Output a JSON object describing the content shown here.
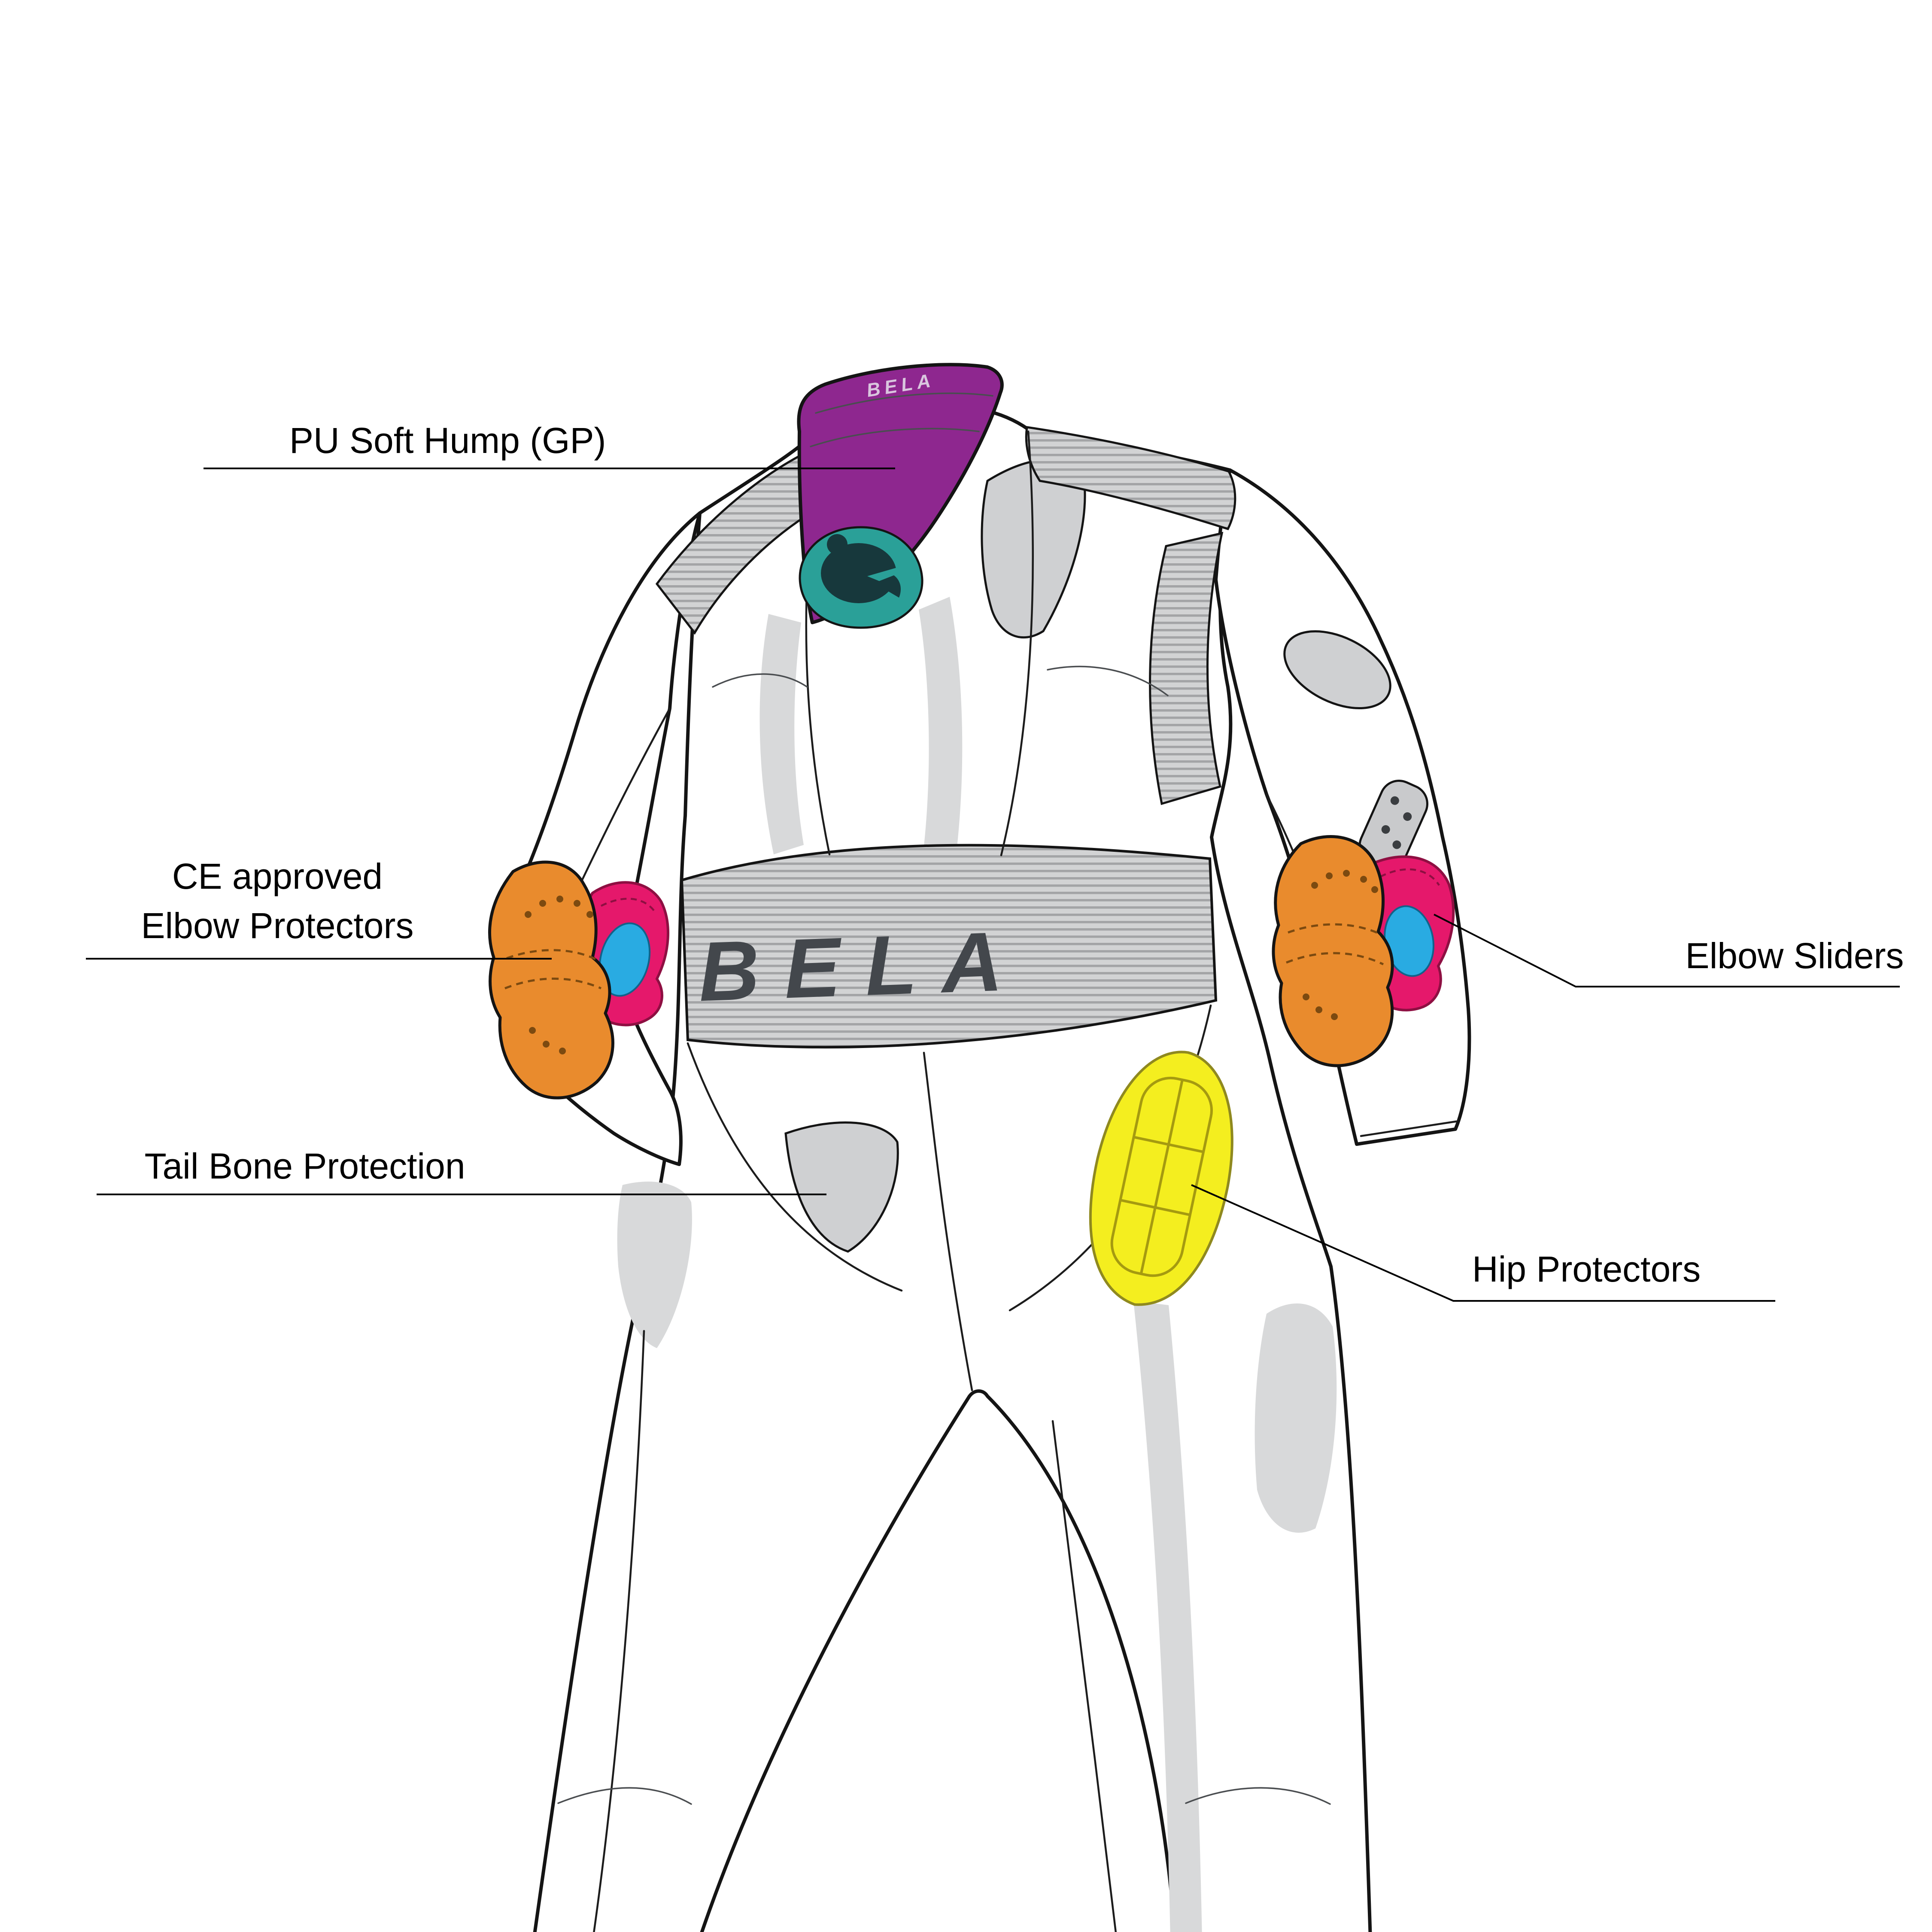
{
  "diagram": {
    "brand_logo": "BELA",
    "hump_logo": "BELA",
    "callouts": {
      "pu_soft_hump": "PU Soft Hump (GP)",
      "ce_elbow_line1": "CE approved",
      "ce_elbow_line2": "Elbow Protectors",
      "tail_bone": "Tail Bone Protection",
      "elbow_sliders": "Elbow Sliders",
      "hip_protectors": "Hip Protectors"
    },
    "colors": {
      "hump_purple": "#8e278f",
      "logo_teal": "#2aa098",
      "logo_dark": "#17383c",
      "protector_orange": "#e98b2d",
      "slider_magenta": "#e5186b",
      "slider_blue": "#29abe2",
      "hip_yellow": "#f4ee1f",
      "panel_gray": "#cfd0d2"
    }
  }
}
